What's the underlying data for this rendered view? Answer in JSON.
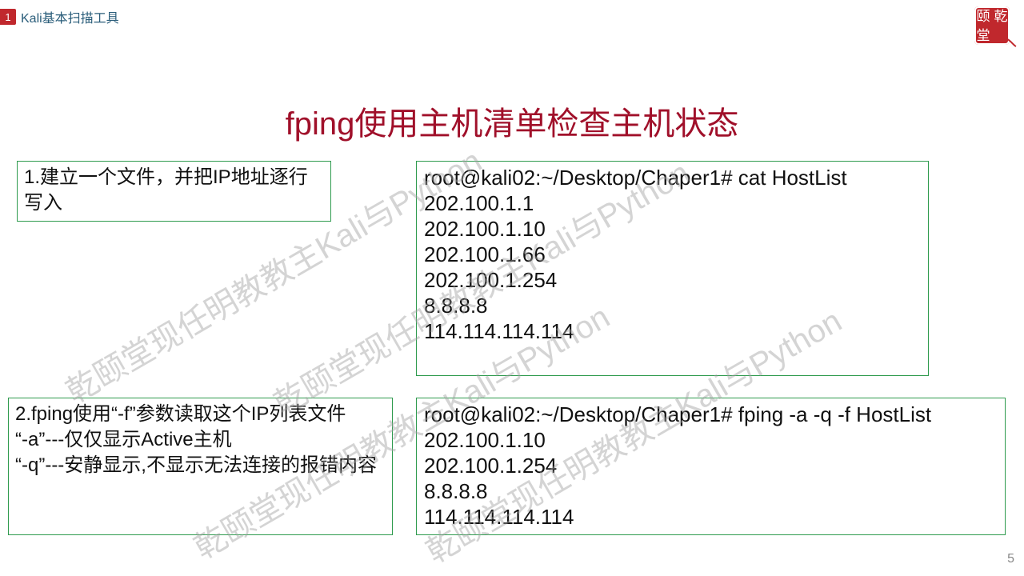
{
  "header": {
    "section_number": "1",
    "section_title": "Kali基本扫描工具"
  },
  "logo": {
    "chars": [
      "颐",
      "乾",
      "堂",
      ""
    ],
    "color": "#c0282d"
  },
  "title": "fping使用主机清单检查主机状态",
  "box1": {
    "lines": [
      "1.建立一个文件，并把IP地址逐行写入"
    ]
  },
  "box2": {
    "lines": [
      "root@kali02:~/Desktop/Chaper1# cat HostList",
      "202.100.1.1",
      "202.100.1.10",
      "202.100.1.66",
      "202.100.1.254",
      "8.8.8.8",
      "114.114.114.114"
    ]
  },
  "box3": {
    "lines": [
      "2.fping使用“-f”参数读取这个IP列表文件",
      "“-a”---仅仅显示Active主机",
      "“-q”---安静显示,不显示无法连接的报错内容"
    ]
  },
  "box4": {
    "lines": [
      "root@kali02:~/Desktop/Chaper1# fping -a -q -f HostList",
      "202.100.1.10",
      "202.100.1.254",
      "8.8.8.8",
      "114.114.114.114"
    ]
  },
  "watermark": "乾颐堂现任明教教主Kali与Python",
  "page_number": "5",
  "colors": {
    "title": "#a0102a",
    "box_border": "#2e9a4e",
    "section_badge": "#c0282d"
  }
}
